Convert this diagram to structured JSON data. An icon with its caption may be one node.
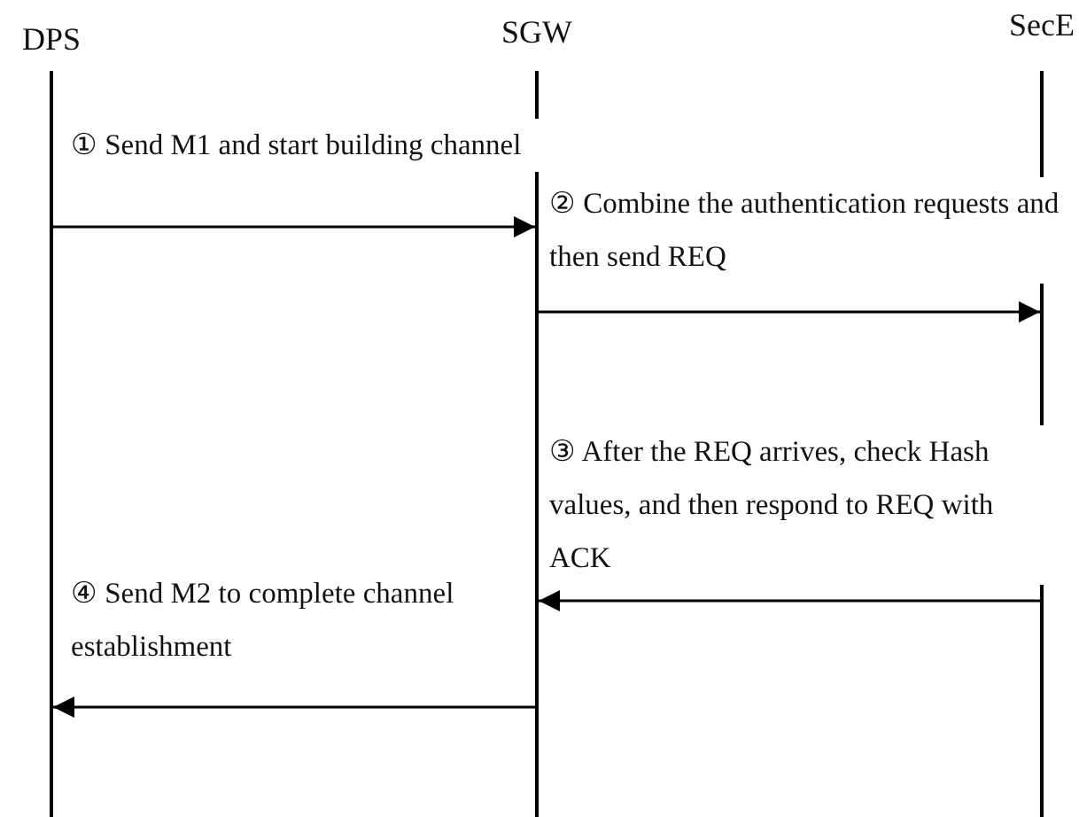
{
  "diagram": {
    "nodes": [
      {
        "text": [
          "DPS"
        ]
      },
      {
        "text": [
          "SGW"
        ]
      },
      {
        "text": [
          "SecE"
        ]
      }
    ],
    "edges": [
      {
        "from": 0,
        "to": 1,
        "arrow": "to",
        "label": "① Send M1 and start building channel"
      },
      {
        "from": 1,
        "to": 2,
        "arrow": "to",
        "label": "② Combine the authentication requests and then send REQ"
      },
      {
        "from": 2,
        "to": 1,
        "arrow": "to",
        "label": "③ After the REQ arrives, check Hash values, and then respond to REQ with ACK"
      },
      {
        "from": 1,
        "to": 0,
        "arrow": "to",
        "label": "④ Send M2 to complete channel establishment"
      }
    ]
  }
}
